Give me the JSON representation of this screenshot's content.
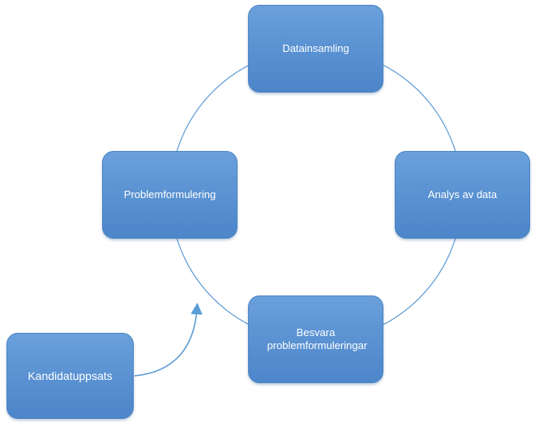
{
  "diagram": {
    "nodes": {
      "datainsamling": "Datainsamling",
      "analys": "Analys av data",
      "besvara": "Besvara problemformuleringar",
      "problemformulering": "Problemformulering",
      "kandidatuppsats": "Kandidatuppsats"
    },
    "colors": {
      "node_fill": "#5b93d3",
      "node_border": "#4a83c4",
      "connector": "#5b9bd5",
      "text": "#ffffff"
    }
  }
}
